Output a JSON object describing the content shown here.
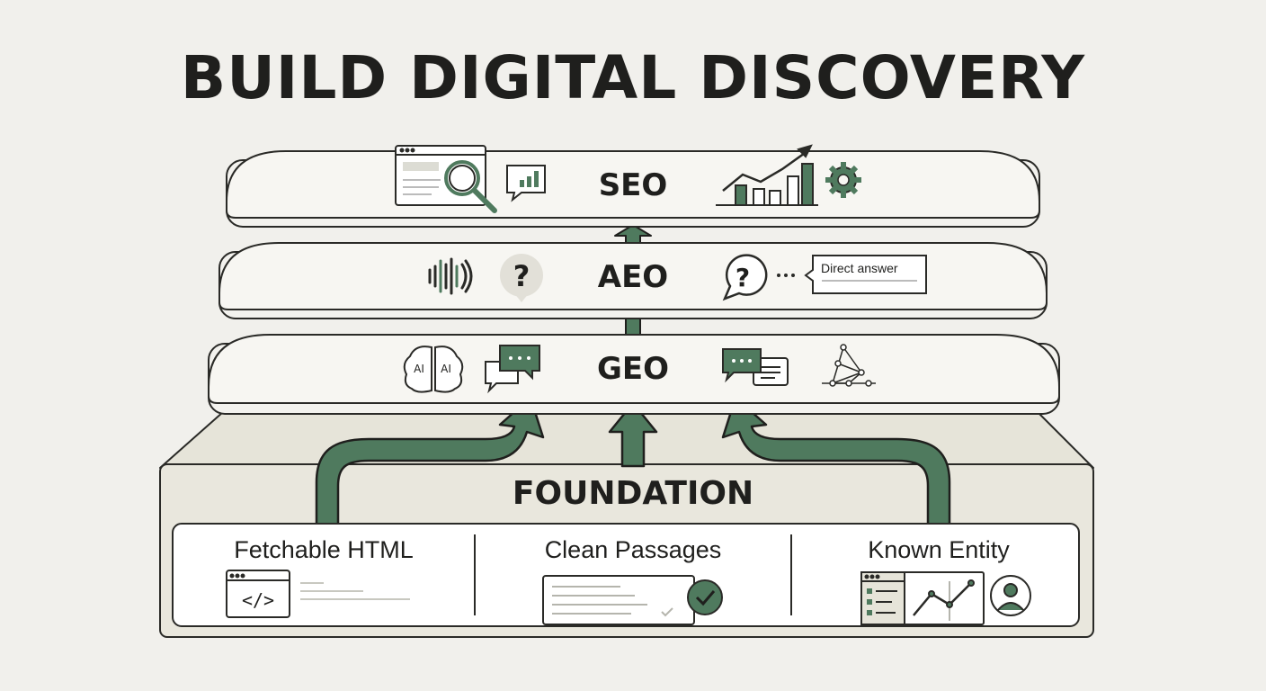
{
  "title": "BUILD DIGITAL DISCOVERY",
  "layers": {
    "seo": {
      "label": "SEO",
      "icons": [
        "search-page-icon",
        "chat-bar-chart-icon",
        "growth-chart-icon",
        "gear-icon"
      ]
    },
    "aeo": {
      "label": "AEO",
      "icons": [
        "voice-wave-icon",
        "question-bubble-icon",
        "question-chat-icon",
        "ellipsis-icon"
      ],
      "callout": "Direct answer"
    },
    "geo": {
      "label": "GEO",
      "icons": [
        "ai-brain-icon",
        "chat-bubbles-icon",
        "message-document-icon",
        "knowledge-graph-icon"
      ]
    }
  },
  "foundation": {
    "title": "FOUNDATION",
    "cards": [
      {
        "label": "Fetchable HTML",
        "icon": "code-window-icon"
      },
      {
        "label": "Clean Passages",
        "icon": "checked-document-icon"
      },
      {
        "label": "Known Entity",
        "icon": "entity-profile-icon"
      }
    ]
  },
  "colors": {
    "accent": "#4f7a5e",
    "ink": "#1f1f1d",
    "slab": "#f7f6f2",
    "foundation": "#e6e4d9",
    "background": "#f1f0ec"
  }
}
